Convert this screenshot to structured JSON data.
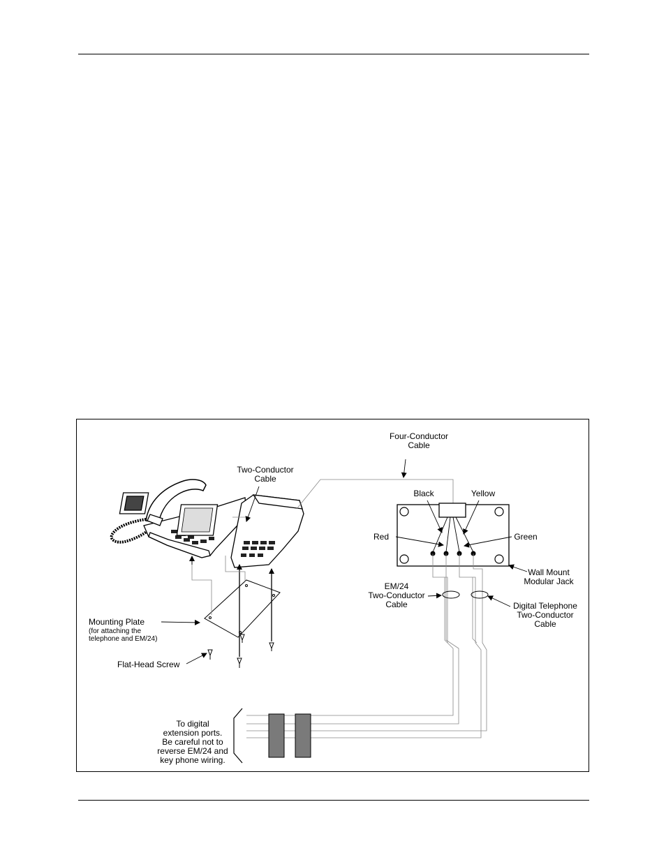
{
  "labels": {
    "four_conductor_1": "Four-Conductor",
    "four_conductor_2": "Cable",
    "two_conductor_1": "Two-Conductor",
    "two_conductor_2": "Cable",
    "black": "Black",
    "yellow": "Yellow",
    "red": "Red",
    "green": "Green",
    "wall_mount_1": "Wall Mount",
    "wall_mount_2": "Modular Jack",
    "em24_1": "EM/24",
    "em24_2": "Two-Conductor",
    "em24_3": "Cable",
    "digital_1": "Digital Telephone",
    "digital_2": "Two-Conductor",
    "digital_3": "Cable",
    "mounting_1": "Mounting Plate",
    "mounting_2": "(for attaching the",
    "mounting_3": "telephone and EM/24)",
    "flat_head": "Flat-Head Screw",
    "ports_1": "To digital",
    "ports_2": "extension ports.",
    "ports_3": "Be careful not to",
    "ports_4": "reverse EM/24 and",
    "ports_5": "key phone wiring."
  },
  "colors": {
    "line": "#000000",
    "connector_block": "#7a7a7a",
    "wire_gray": "#888888"
  }
}
